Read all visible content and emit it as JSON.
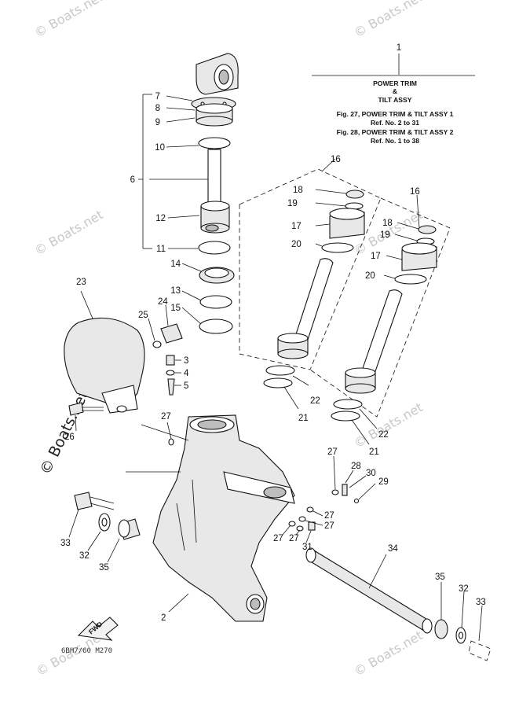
{
  "watermark": "© Boats.net",
  "note": {
    "ref": "1",
    "line1": "POWER TRIM",
    "line2": "&",
    "line3": "TILT ASSY",
    "line4": "Fig. 27, POWER TRIM & TILT ASSY 1",
    "line5": "Ref. No. 2 to 31",
    "line6": "Fig. 28, POWER TRIM & TILT ASSY 2",
    "line7": "Ref. No. 1 to 38"
  },
  "fwd": "FWD",
  "drawing_code": "6BH7/60 M270",
  "callouts": {
    "n2": "2",
    "n3": "3",
    "n4": "4",
    "n5": "5",
    "n6": "6",
    "n7": "7",
    "n8": "8",
    "n9": "9",
    "n10": "10",
    "n11": "11",
    "n12": "12",
    "n13": "13",
    "n14": "14",
    "n15": "15",
    "n16a": "16",
    "n16b": "16",
    "n17a": "17",
    "n17b": "17",
    "n18a": "18",
    "n18b": "18",
    "n19a": "19",
    "n19b": "19",
    "n20a": "20",
    "n20b": "20",
    "n21a": "21",
    "n21b": "21",
    "n22a": "22",
    "n22b": "22",
    "n23": "23",
    "n24": "24",
    "n25": "25",
    "n26": "26",
    "n27a": "27",
    "n27b": "27",
    "n27c": "27",
    "n27d": "27",
    "n27e": "27",
    "n27f": "27",
    "n28": "28",
    "n29": "29",
    "n30": "30",
    "n31": "31",
    "n32a": "32",
    "n32b": "32",
    "n33a": "33",
    "n33b": "33",
    "n34": "34",
    "n35a": "35",
    "n35b": "35"
  }
}
